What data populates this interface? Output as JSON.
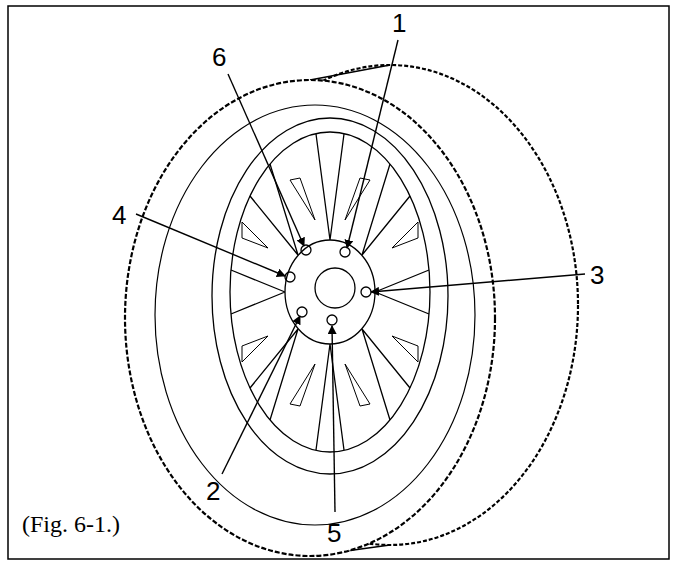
{
  "diagram": {
    "caption": "(Fig. 6-1.)",
    "labels": [
      "1",
      "6",
      "4",
      "3",
      "2",
      "5"
    ]
  }
}
